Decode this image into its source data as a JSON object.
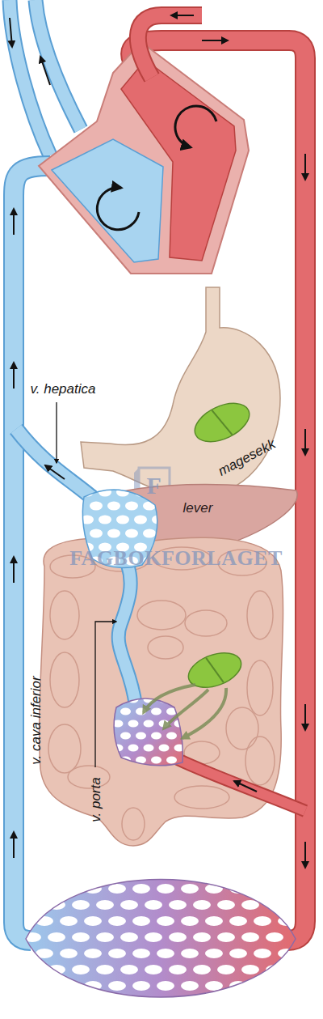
{
  "diagram": {
    "nodes": [
      {
        "text": [
          "lever"
        ]
      }
    ],
    "labels": [
      "v. hepatica",
      "magesekk",
      "v. cava inferior",
      "v. porta",
      "FAGBOKFORLAGET",
      "F"
    ]
  }
}
